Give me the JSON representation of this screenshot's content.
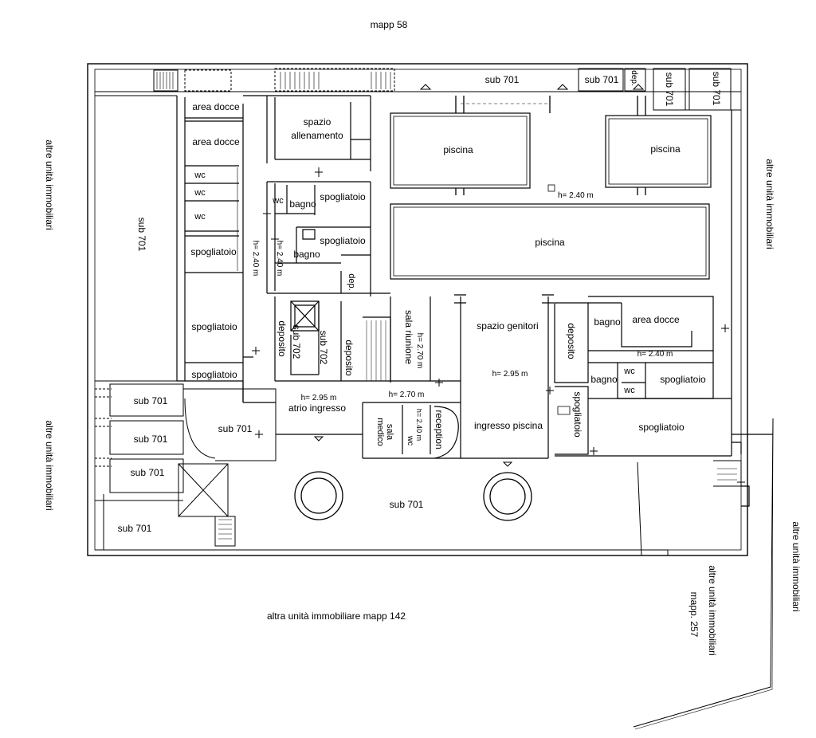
{
  "surroundings": {
    "top": "mapp 58",
    "left_upper": "altre unità immobiliari",
    "left_lower": "altre unità immobiliari",
    "right_upper": "altre unità immobiliari",
    "right_far": "altre unità immobiliari",
    "bottom": "altra unità immobiliare mapp 142",
    "bottom_right_a": "altre unità immobiliari",
    "bottom_right_b": "mapp.  257"
  },
  "rooms": {
    "sub701_top": "sub 701",
    "sub701_top_small": "sub 701",
    "dep_top": "dep.",
    "sub701_v1": "sub 701",
    "sub701_v2": "sub 701",
    "area_docce_1": "area docce",
    "area_docce_2": "area docce",
    "wc_1": "wc",
    "wc_2": "wc",
    "wc_3": "wc",
    "spogliatoio_1": "spogliatoio",
    "spogliatoio_2": "spogliatoio",
    "spogliatoio_3": "spogliatoio",
    "h_240_left": "h= 2.40 m",
    "spazio_allenamento_1": "spazio",
    "spazio_allenamento_2": "allenamento",
    "wc_4": "wc",
    "bagno_1": "bagno",
    "spogliatoio_4": "spogliatoio",
    "bagno_2": "bagno",
    "spogliatoio_5": "spogliatoio",
    "h_240_mid": "h= 2.40 m",
    "dep_mid": "dep.",
    "deposito_1": "deposito",
    "sub702_1": "sub 702",
    "sub702_2": "sub 702",
    "deposito_2": "deposito",
    "sala_riunione": "sala riunione",
    "h_270_a": "h= 2.70 m",
    "piscina_1": "piscina",
    "piscina_2": "piscina",
    "piscina_3": "piscina",
    "h_240_pool": "h= 2.40 m",
    "spazio_genitori": "spazio genitori",
    "h_295_a": "h= 2.95 m",
    "deposito_3": "deposito",
    "bagno_3": "bagno",
    "area_docce_3": "area docce",
    "h_240_right": "h= 2.40 m",
    "bagno_4": "bagno",
    "wc_5": "wc",
    "wc_6": "wc",
    "spogliatoio_6": "spogliatoio",
    "spogliatoio_7": "spogliatoio",
    "spogliatoio_8": "spogliatoio",
    "h_295_b": "h= 2.95 m",
    "atrio_ingresso": "atrio ingresso",
    "h_270_b": "h= 2.70 m",
    "sala_medico_1": "sala",
    "sala_medico_2": "medico",
    "h_240_wc": "h= 2.40 m",
    "wc_7": "wc",
    "reception": "reception",
    "ingresso_piscina": "ingresso piscina",
    "sub701_left": "sub 701",
    "sub701_a": "sub 701",
    "sub701_b": "sub 701",
    "sub701_c": "sub 701",
    "sub701_d": "sub 701",
    "sub701_e": "sub 701",
    "sub701_bottom": "sub 701"
  }
}
